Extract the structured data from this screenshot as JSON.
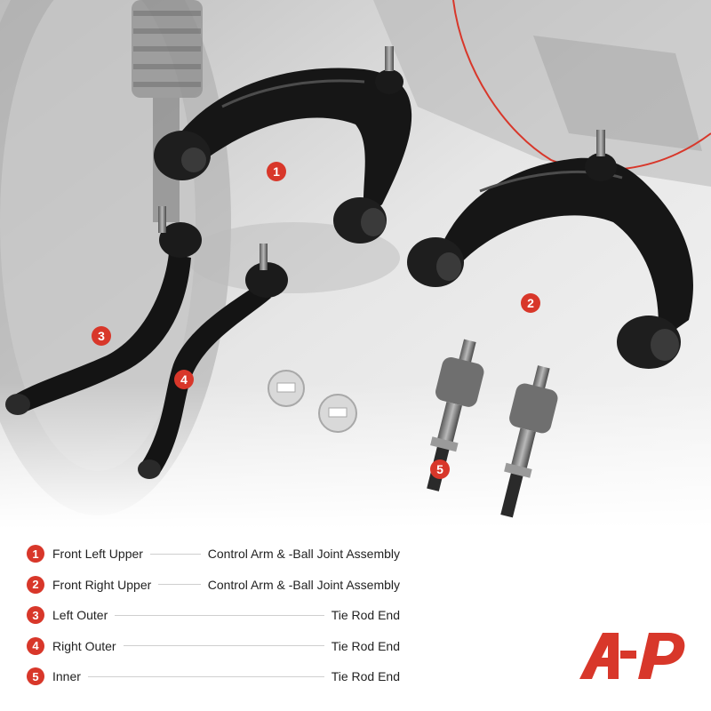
{
  "colors": {
    "accent": "#d8372a",
    "part": "#141414",
    "background_scene": "#dcdcdc"
  },
  "icons": {
    "brand": "brand-logo-icon"
  },
  "markers": [
    "1",
    "2",
    "3",
    "4",
    "5"
  ],
  "legend": [
    {
      "num": "1",
      "left": "Front Left Upper",
      "right": "Control Arm & -Ball Joint Assembly"
    },
    {
      "num": "2",
      "left": "Front Right Upper",
      "right": "Control Arm & -Ball Joint Assembly"
    },
    {
      "num": "3",
      "left": "Left Outer",
      "right": "Tie Rod End"
    },
    {
      "num": "4",
      "left": "Right Outer",
      "right": "Tie Rod End"
    },
    {
      "num": "5",
      "left": "Inner",
      "right": "Tie Rod End"
    }
  ]
}
